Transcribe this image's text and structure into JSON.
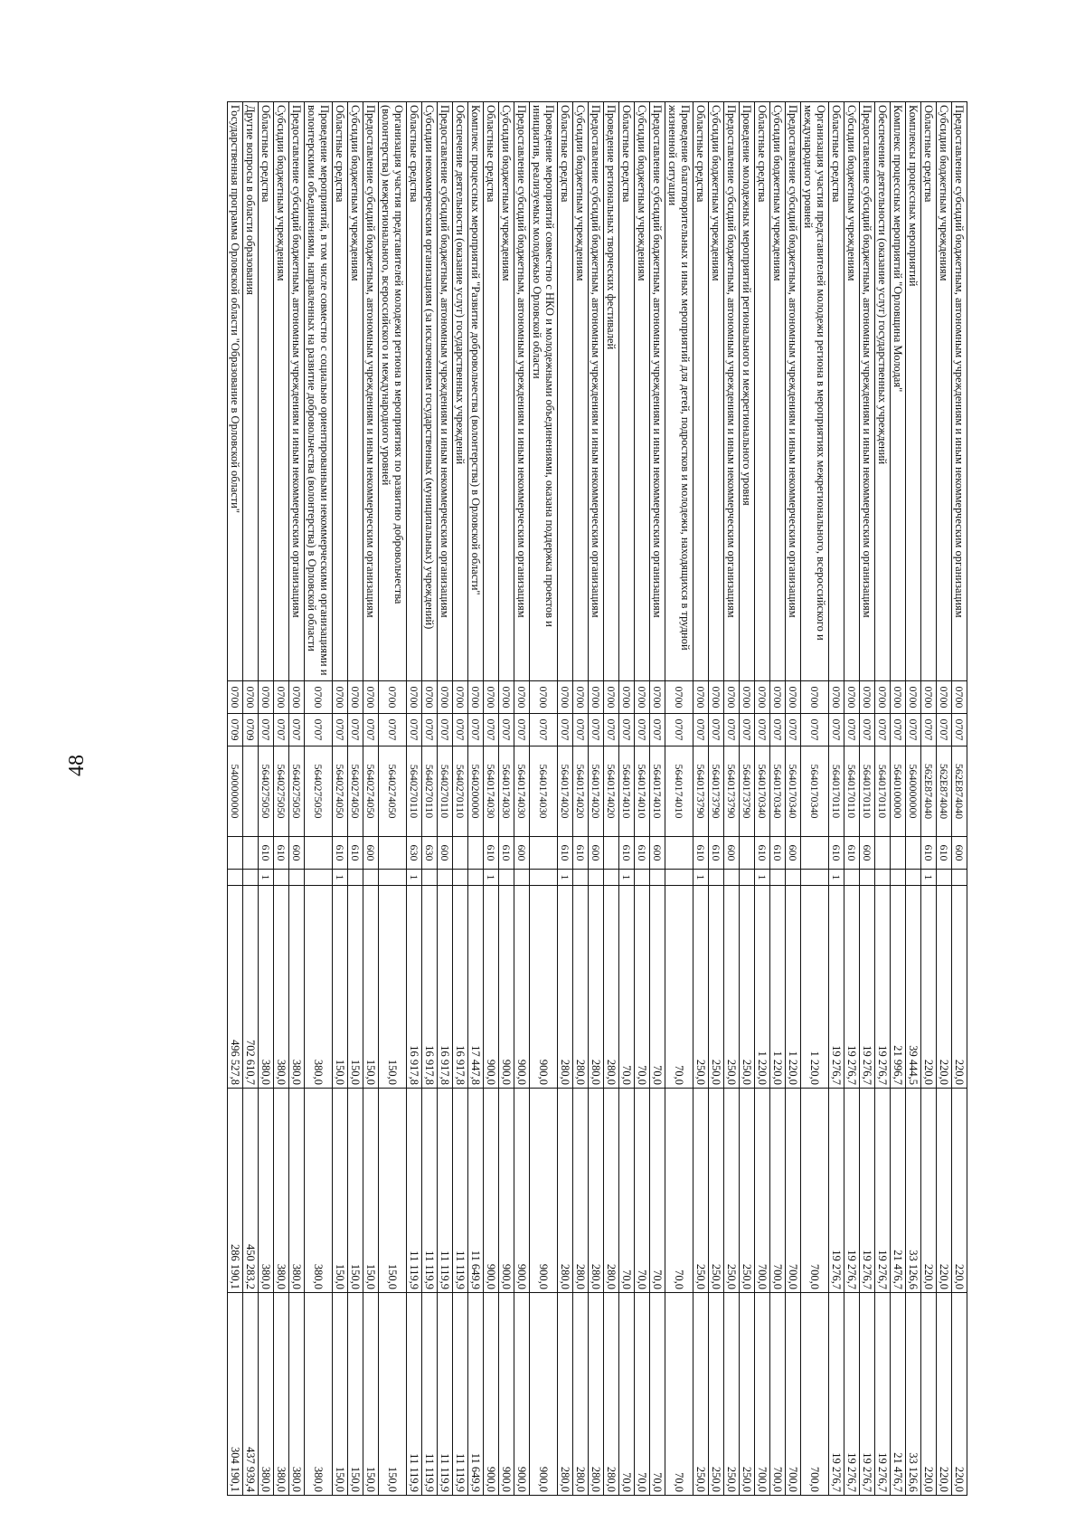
{
  "page_number": "48",
  "rows": [
    {
      "name": "Предоставление субсидий бюджетным, автономным учреждениям и иным некоммерческим организациям",
      "sec": "0700",
      "sub": "0707",
      "csr": "562E874040",
      "vr": "600",
      "src": "",
      "v1": "220,0",
      "v2": "220,0",
      "v3": "220,0"
    },
    {
      "name": "Субсидии бюджетным учреждениям",
      "sec": "0700",
      "sub": "0707",
      "csr": "562E874040",
      "vr": "610",
      "src": "",
      "v1": "220,0",
      "v2": "220,0",
      "v3": "220,0"
    },
    {
      "name": "Областные средства",
      "sec": "0700",
      "sub": "0707",
      "csr": "562E874040",
      "vr": "610",
      "src": "1",
      "v1": "220,0",
      "v2": "220,0",
      "v3": "220,0"
    },
    {
      "name": "Комплексы процессных мероприятий",
      "sec": "0700",
      "sub": "0707",
      "csr": "5640000000",
      "vr": "",
      "src": "",
      "v1": "39 444,5",
      "v2": "33 126,6",
      "v3": "33 126,6"
    },
    {
      "name": "Комплекс процессных мероприятий \"Орловщина Молодая\"",
      "sec": "0700",
      "sub": "0707",
      "csr": "5640100000",
      "vr": "",
      "src": "",
      "v1": "21 996,7",
      "v2": "21 476,7",
      "v3": "21 476,7"
    },
    {
      "name": "Обеспечение деятельности (оказание услуг) государственных учреждений",
      "sec": "0700",
      "sub": "0707",
      "csr": "5640170110",
      "vr": "",
      "src": "",
      "v1": "19 276,7",
      "v2": "19 276,7",
      "v3": "19 276,7"
    },
    {
      "name": "Предоставление субсидий бюджетным, автономным учреждениям и иным некоммерческим организациям",
      "sec": "0700",
      "sub": "0707",
      "csr": "5640170110",
      "vr": "600",
      "src": "",
      "v1": "19 276,7",
      "v2": "19 276,7",
      "v3": "19 276,7"
    },
    {
      "name": "Субсидии бюджетным учреждениям",
      "sec": "0700",
      "sub": "0707",
      "csr": "5640170110",
      "vr": "610",
      "src": "",
      "v1": "19 276,7",
      "v2": "19 276,7",
      "v3": "19 276,7"
    },
    {
      "name": "Областные средства",
      "sec": "0700",
      "sub": "0707",
      "csr": "5640170110",
      "vr": "610",
      "src": "1",
      "v1": "19 276,7",
      "v2": "19 276,7",
      "v3": "19 276,7"
    },
    {
      "name": "Организация участия представителей молодежи региона в мероприятиях межрегионального, всероссийского и международного уровней",
      "sec": "0700",
      "sub": "0707",
      "csr": "5640170340",
      "vr": "",
      "src": "",
      "v1": "1 220,0",
      "v2": "700,0",
      "v3": "700,0"
    },
    {
      "name": "Предоставление субсидий бюджетным, автономным учреждениям и иным некоммерческим организациям",
      "sec": "0700",
      "sub": "0707",
      "csr": "5640170340",
      "vr": "600",
      "src": "",
      "v1": "1 220,0",
      "v2": "700,0",
      "v3": "700,0"
    },
    {
      "name": "Субсидии бюджетным учреждениям",
      "sec": "0700",
      "sub": "0707",
      "csr": "5640170340",
      "vr": "610",
      "src": "",
      "v1": "1 220,0",
      "v2": "700,0",
      "v3": "700,0"
    },
    {
      "name": "Областные средства",
      "sec": "0700",
      "sub": "0707",
      "csr": "5640170340",
      "vr": "610",
      "src": "1",
      "v1": "1 220,0",
      "v2": "700,0",
      "v3": "700,0"
    },
    {
      "name": "Проведение молодежных мероприятий регионального и межрегионального уровня",
      "sec": "0700",
      "sub": "0707",
      "csr": "5640173790",
      "vr": "",
      "src": "",
      "v1": "250,0",
      "v2": "250,0",
      "v3": "250,0"
    },
    {
      "name": "Предоставление субсидий бюджетным, автономным учреждениям и иным некоммерческим организациям",
      "sec": "0700",
      "sub": "0707",
      "csr": "5640173790",
      "vr": "600",
      "src": "",
      "v1": "250,0",
      "v2": "250,0",
      "v3": "250,0"
    },
    {
      "name": "Субсидии бюджетным учреждениям",
      "sec": "0700",
      "sub": "0707",
      "csr": "5640173790",
      "vr": "610",
      "src": "",
      "v1": "250,0",
      "v2": "250,0",
      "v3": "250,0"
    },
    {
      "name": "Областные средства",
      "sec": "0700",
      "sub": "0707",
      "csr": "5640173790",
      "vr": "610",
      "src": "1",
      "v1": "250,0",
      "v2": "250,0",
      "v3": "250,0"
    },
    {
      "name": "Проведение благотворительных и иных мероприятий для детей, подростков и молодежи, находящихся в трудной жизненной ситуации",
      "sec": "0700",
      "sub": "0707",
      "csr": "5640174010",
      "vr": "",
      "src": "",
      "v1": "70,0",
      "v2": "70,0",
      "v3": "70,0"
    },
    {
      "name": "Предоставление субсидий бюджетным, автономным учреждениям и иным некоммерческим организациям",
      "sec": "0700",
      "sub": "0707",
      "csr": "5640174010",
      "vr": "600",
      "src": "",
      "v1": "70,0",
      "v2": "70,0",
      "v3": "70,0"
    },
    {
      "name": "Субсидии бюджетным учреждениям",
      "sec": "0700",
      "sub": "0707",
      "csr": "5640174010",
      "vr": "610",
      "src": "",
      "v1": "70,0",
      "v2": "70,0",
      "v3": "70,0"
    },
    {
      "name": "Областные средства",
      "sec": "0700",
      "sub": "0707",
      "csr": "5640174010",
      "vr": "610",
      "src": "1",
      "v1": "70,0",
      "v2": "70,0",
      "v3": "70,0"
    },
    {
      "name": "Проведение региональных творческих фестивалей",
      "sec": "0700",
      "sub": "0707",
      "csr": "5640174020",
      "vr": "",
      "src": "",
      "v1": "280,0",
      "v2": "280,0",
      "v3": "280,0"
    },
    {
      "name": "Предоставление субсидий бюджетным, автономным учреждениям и иным некоммерческим организациям",
      "sec": "0700",
      "sub": "0707",
      "csr": "5640174020",
      "vr": "600",
      "src": "",
      "v1": "280,0",
      "v2": "280,0",
      "v3": "280,0"
    },
    {
      "name": "Субсидии бюджетным учреждениям",
      "sec": "0700",
      "sub": "0707",
      "csr": "5640174020",
      "vr": "610",
      "src": "",
      "v1": "280,0",
      "v2": "280,0",
      "v3": "280,0"
    },
    {
      "name": "Областные средства",
      "sec": "0700",
      "sub": "0707",
      "csr": "5640174020",
      "vr": "610",
      "src": "1",
      "v1": "280,0",
      "v2": "280,0",
      "v3": "280,0"
    },
    {
      "name": "Проведение мероприятий совместно с НКО и молодежными объединениями, оказана поддержка проектов и инициатив, реализуемых молодежью Орловской области",
      "sec": "0700",
      "sub": "0707",
      "csr": "5640174030",
      "vr": "",
      "src": "",
      "v1": "900,0",
      "v2": "900,0",
      "v3": "900,0"
    },
    {
      "name": "Предоставление субсидий бюджетным, автономным учреждениям и иным некоммерческим организациям",
      "sec": "0700",
      "sub": "0707",
      "csr": "5640174030",
      "vr": "600",
      "src": "",
      "v1": "900,0",
      "v2": "900,0",
      "v3": "900,0"
    },
    {
      "name": "Субсидии бюджетным учреждениям",
      "sec": "0700",
      "sub": "0707",
      "csr": "5640174030",
      "vr": "610",
      "src": "",
      "v1": "900,0",
      "v2": "900,0",
      "v3": "900,0"
    },
    {
      "name": "Областные средства",
      "sec": "0700",
      "sub": "0707",
      "csr": "5640174030",
      "vr": "610",
      "src": "1",
      "v1": "900,0",
      "v2": "900,0",
      "v3": "900,0"
    },
    {
      "name": "Комплекс процессных мероприятий \"Развитие добровольчества (волонтерства) в Орловской области\"",
      "sec": "0700",
      "sub": "0707",
      "csr": "5640200000",
      "vr": "",
      "src": "",
      "v1": "17 447,8",
      "v2": "11 649,9",
      "v3": "11 649,9"
    },
    {
      "name": "Обеспечение деятельности (оказание услуг) государственных учреждений",
      "sec": "0700",
      "sub": "0707",
      "csr": "5640270110",
      "vr": "",
      "src": "",
      "v1": "16 917,8",
      "v2": "11 119,9",
      "v3": "11 119,9"
    },
    {
      "name": "Предоставление субсидий бюджетным, автономным учреждениям и иным некоммерческим организациям",
      "sec": "0700",
      "sub": "0707",
      "csr": "5640270110",
      "vr": "600",
      "src": "",
      "v1": "16 917,8",
      "v2": "11 119,9",
      "v3": "11 119,9"
    },
    {
      "name": "Субсидии некоммерческим организациям (за исключением государственных (муниципальных) учреждений)",
      "sec": "0700",
      "sub": "0707",
      "csr": "5640270110",
      "vr": "630",
      "src": "",
      "v1": "16 917,8",
      "v2": "11 119,9",
      "v3": "11 119,9"
    },
    {
      "name": "Областные средства",
      "sec": "0700",
      "sub": "0707",
      "csr": "5640270110",
      "vr": "630",
      "src": "1",
      "v1": "16 917,8",
      "v2": "11 119,9",
      "v3": "11 119,9"
    },
    {
      "name": "Организация участия представителей молодежи региона в мероприятиях по развитию добровольчества (волонтерства) межрегионального, всероссийского и международного уровней",
      "sec": "0700",
      "sub": "0707",
      "csr": "5640274050",
      "vr": "",
      "src": "",
      "v1": "150,0",
      "v2": "150,0",
      "v3": "150,0"
    },
    {
      "name": "Предоставление субсидий бюджетным, автономным учреждениям и иным некоммерческим организациям",
      "sec": "0700",
      "sub": "0707",
      "csr": "5640274050",
      "vr": "600",
      "src": "",
      "v1": "150,0",
      "v2": "150,0",
      "v3": "150,0"
    },
    {
      "name": "Субсидии бюджетным учреждениям",
      "sec": "0700",
      "sub": "0707",
      "csr": "5640274050",
      "vr": "610",
      "src": "",
      "v1": "150,0",
      "v2": "150,0",
      "v3": "150,0"
    },
    {
      "name": "Областные средства",
      "sec": "0700",
      "sub": "0707",
      "csr": "5640274050",
      "vr": "610",
      "src": "1",
      "v1": "150,0",
      "v2": "150,0",
      "v3": "150,0"
    },
    {
      "name": "Проведение мероприятий, в том числе совместно с социально ориентированными некоммерческими организациями и волонтерскими объединениями, направленных на развитие добровольчества (волонтерства) в Орловской области",
      "sec": "0700",
      "sub": "0707",
      "csr": "5640275050",
      "vr": "",
      "src": "",
      "v1": "380,0",
      "v2": "380,0",
      "v3": "380,0"
    },
    {
      "name": "Предоставление субсидий бюджетным, автономным учреждениям и иным некоммерческим организациям",
      "sec": "0700",
      "sub": "0707",
      "csr": "5640275050",
      "vr": "600",
      "src": "",
      "v1": "380,0",
      "v2": "380,0",
      "v3": "380,0"
    },
    {
      "name": "Субсидии бюджетным учреждениям",
      "sec": "0700",
      "sub": "0707",
      "csr": "5640275050",
      "vr": "610",
      "src": "",
      "v1": "380,0",
      "v2": "380,0",
      "v3": "380,0"
    },
    {
      "name": "Областные средства",
      "sec": "0700",
      "sub": "0707",
      "csr": "5640275050",
      "vr": "610",
      "src": "1",
      "v1": "380,0",
      "v2": "380,0",
      "v3": "380,0"
    },
    {
      "name": "Другие вопросы в области образования",
      "sec": "0700",
      "sub": "0709",
      "csr": "",
      "vr": "",
      "src": "",
      "v1": "702 610,7",
      "v2": "450 283,2",
      "v3": "437 939,4"
    },
    {
      "name": "Государственная программа Орловской области \"Образование в Орловской области\"",
      "sec": "0700",
      "sub": "0709",
      "csr": "5400000000",
      "vr": "",
      "src": "",
      "v1": "496 527,8",
      "v2": "286 190,1",
      "v3": "304 190,1"
    }
  ]
}
